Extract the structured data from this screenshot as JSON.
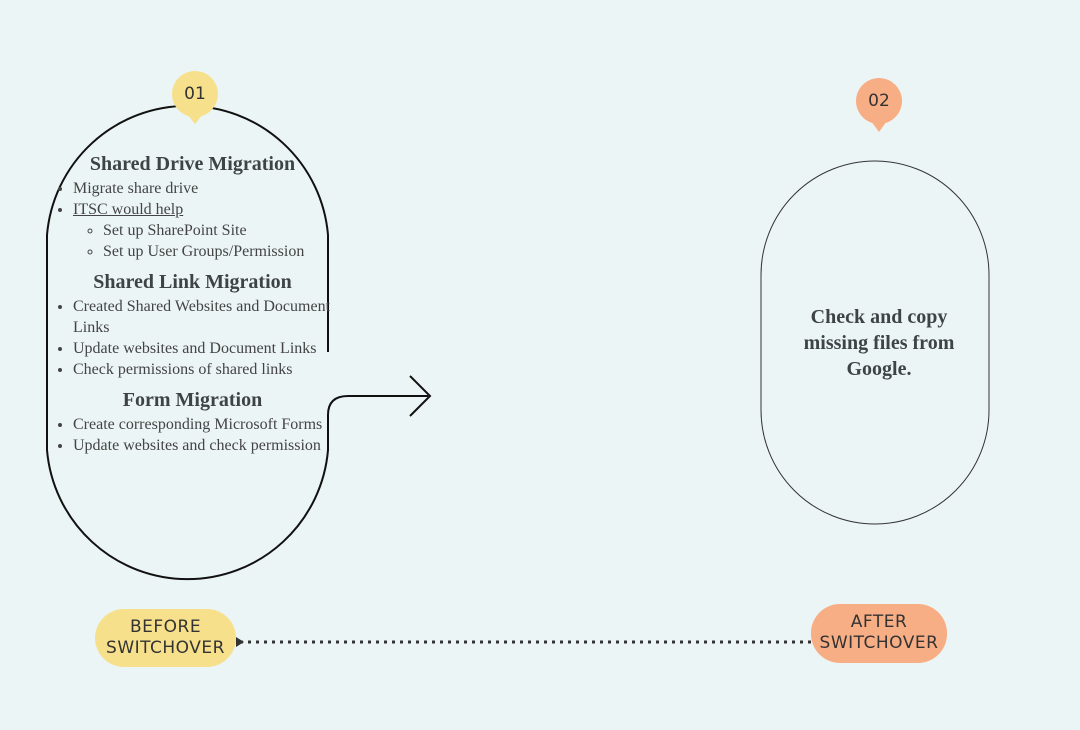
{
  "step1": {
    "badge": "01",
    "badge_color": "#f7e08c",
    "sections": [
      {
        "title": "Shared Drive Migration",
        "items": [
          {
            "text": "Migrate share drive"
          },
          {
            "text": "ITSC would help ",
            "underline": true,
            "subitems": [
              "Set up SharePoint Site",
              "Set up User Groups/Permission"
            ]
          }
        ]
      },
      {
        "title": "Shared Link Migration",
        "items": [
          {
            "text": "Created Shared Websites and Document Links"
          },
          {
            "text": "Update websites and Document Links"
          },
          {
            "text": "Check permissions of shared links"
          }
        ]
      },
      {
        "title": "Form Migration",
        "items": [
          {
            "text": "Create corresponding Microsoft Forms"
          },
          {
            "text": "Update websites and check permission"
          }
        ]
      }
    ]
  },
  "step2": {
    "badge": "02",
    "badge_color": "#f8ae85",
    "text": "Check and copy missing files from Google."
  },
  "timeline": {
    "before_label": "BEFORE SWITCHOVER",
    "before_color": "#f7e08c",
    "after_label": "AFTER SWITCHOVER",
    "after_color": "#f8ae85"
  }
}
